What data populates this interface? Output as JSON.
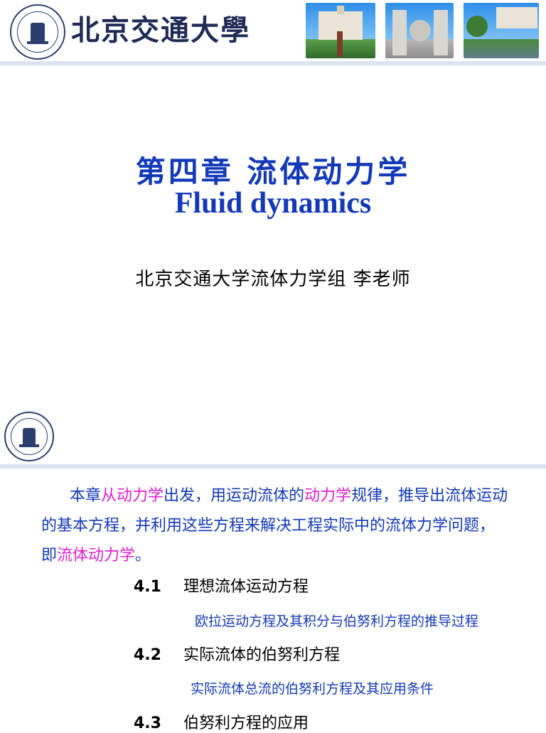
{
  "slide1": {
    "logo_text": "北京交通大學",
    "title_cn": "第四章 流体动力学",
    "title_en": "Fluid dynamics",
    "author": "北京交通大学流体力学组 李老师"
  },
  "slide2": {
    "intro_pre": "本章",
    "intro_em1": "从动力学",
    "intro_mid": "出发，用运动流体的",
    "intro_em2": "动力学",
    "intro_rest": "规律，推导出流体运动的基本方程，并利用这些方程来解决",
    "intro_line2": "工程实际中的流体力学问题，即",
    "intro_em3": "流体动力学",
    "intro_end": "。",
    "sections": [
      {
        "num": "4.1",
        "title": "理想流体运动方程",
        "sub": "欧拉运动方程及其积分与伯努利方程的推导过程"
      },
      {
        "num": "4.2",
        "title": "实际流体的伯努利方程",
        "sub": "实际流体总流的伯努利方程及其应用条件"
      },
      {
        "num": "4.3",
        "title": "伯努利方程的应用"
      }
    ]
  },
  "colors": {
    "title_blue": "#1339b8",
    "emphasis_magenta": "#e020d0",
    "rule": "#dbe4f0"
  },
  "icons": [
    "university-seal-icon"
  ]
}
